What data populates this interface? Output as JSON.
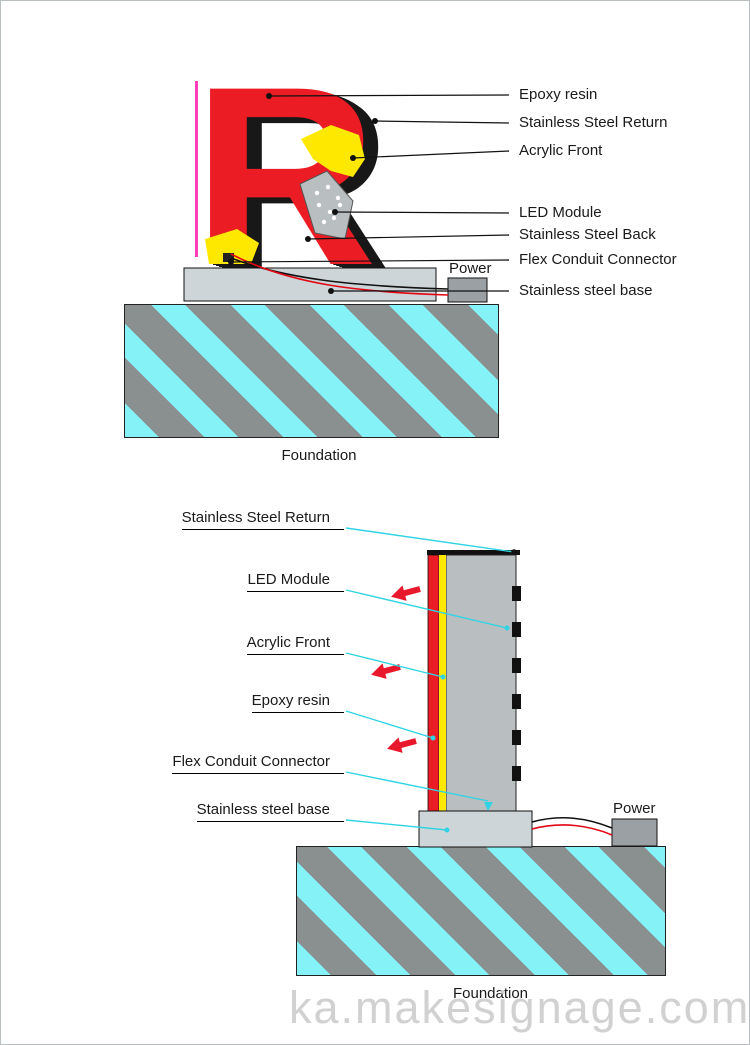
{
  "watermark": "ka.makesignage.com",
  "letter": "R",
  "colors": {
    "letter_red": "#ec1c24",
    "acrylic_yellow": "#ffe800",
    "foundation_cyan": "#84f2f6",
    "foundation_gray": "#8a8f90",
    "leader_cyan": "#2fd4e4",
    "wire_red": "#e30613",
    "metal_gray": "#cdd5d8",
    "power_gray": "#9aa0a3"
  },
  "top_diagram": {
    "labels": {
      "epoxy": "Epoxy resin",
      "return": "Stainless Steel Return",
      "acrylic": "Acrylic Front",
      "led": "LED Module",
      "back": "Stainless Steel Back",
      "flex": "Flex Conduit Connector",
      "base": "Stainless steel base"
    },
    "power": "Power",
    "foundation": "Foundation"
  },
  "side_diagram": {
    "labels": {
      "return": "Stainless Steel Return",
      "led": "LED Module",
      "acrylic": "Acrylic Front",
      "epoxy": "Epoxy resin",
      "flex": "Flex Conduit Connector",
      "base": "Stainless steel base"
    },
    "power": "Power",
    "foundation": "Foundation"
  }
}
